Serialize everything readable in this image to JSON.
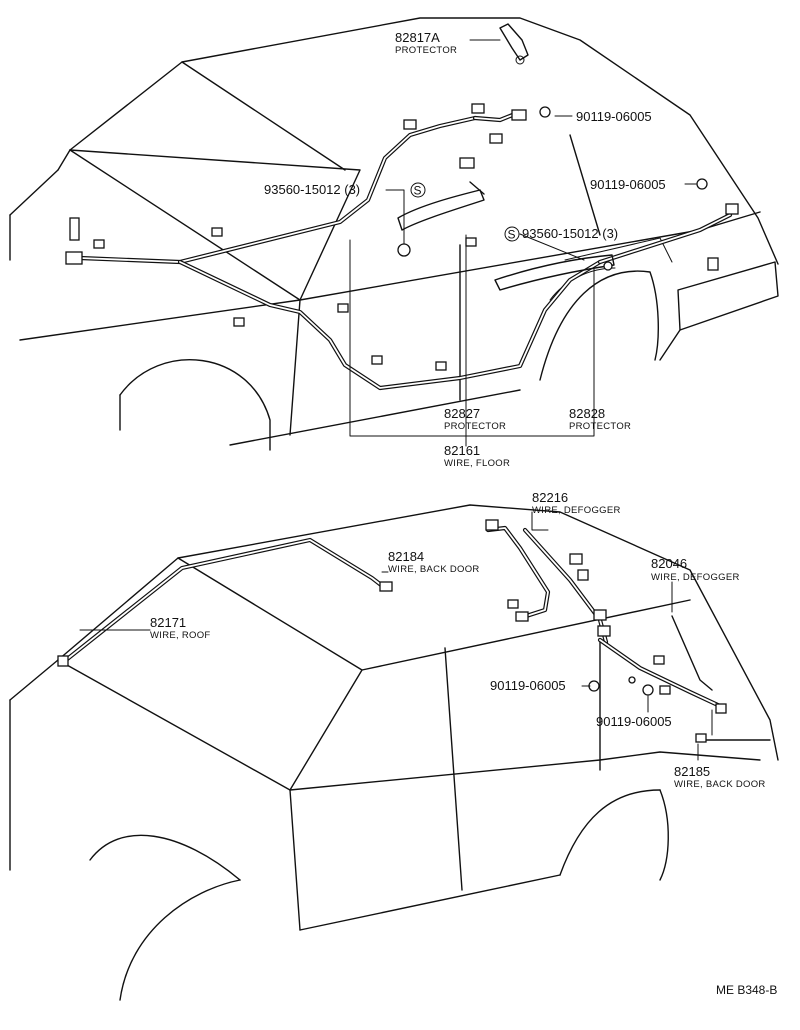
{
  "diagram": {
    "top_labels": [
      {
        "key": "p82817a",
        "number": "82817A",
        "name": "PROTECTOR"
      },
      {
        "key": "bolt1",
        "number": "90119-06005",
        "name": ""
      },
      {
        "key": "bolt2",
        "number": "90119-06005",
        "name": ""
      },
      {
        "key": "clip1",
        "number": "93560-15012 (3)",
        "name": "",
        "symbol": "S"
      },
      {
        "key": "clip2",
        "number": "93560-15012 (3)",
        "name": "",
        "symbol": "S"
      },
      {
        "key": "p82827",
        "number": "82827",
        "name": "PROTECTOR"
      },
      {
        "key": "p82828",
        "number": "82828",
        "name": "PROTECTOR"
      },
      {
        "key": "p82161",
        "number": "82161",
        "name": "WIRE, FLOOR"
      }
    ],
    "bottom_labels": [
      {
        "key": "p82216",
        "number": "82216",
        "name": "WIRE, DEFOGGER"
      },
      {
        "key": "p82184",
        "number": "82184",
        "name": "WIRE, BACK DOOR"
      },
      {
        "key": "p82046",
        "number": "82046",
        "name": "WIRE, DEFOGGER"
      },
      {
        "key": "p82171",
        "number": "82171",
        "name": "WIRE, ROOF"
      },
      {
        "key": "bolt3",
        "number": "90119-06005",
        "name": ""
      },
      {
        "key": "bolt4",
        "number": "90119-06005",
        "name": ""
      },
      {
        "key": "p82185",
        "number": "82185",
        "name": "WIRE, BACK DOOR"
      }
    ],
    "reference_code": "ME B348-B"
  }
}
